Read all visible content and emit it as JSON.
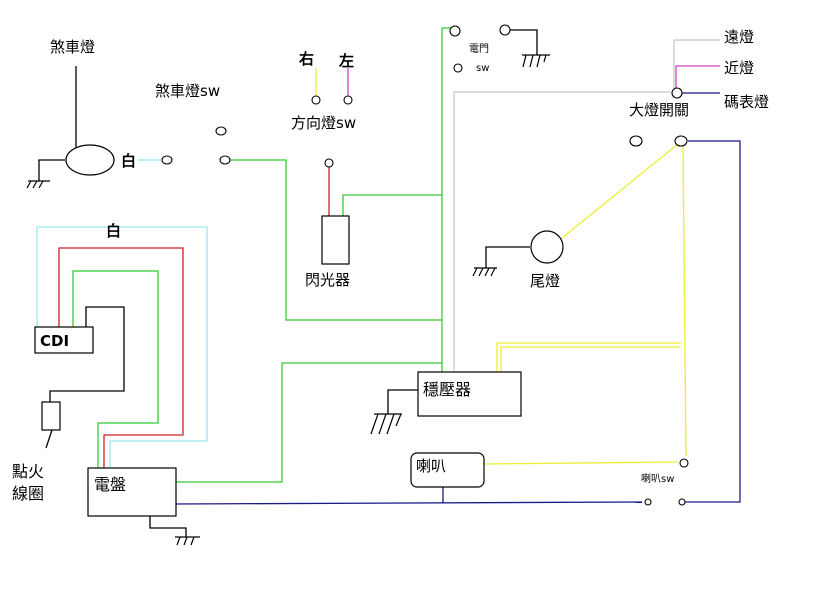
{
  "labels": {
    "brake_light": "煞車燈",
    "brake_light_sw": "煞車燈sw",
    "white_1": "白",
    "white_2": "白",
    "right": "右",
    "left": "左",
    "turn_signal_sw": "方向燈sw",
    "flasher": "閃光器",
    "ignition_sw": "電門",
    "ignition_sw_suffix": "sw",
    "high_beam": "遠燈",
    "low_beam": "近燈",
    "meter_light": "碼表燈",
    "headlight_switch": "大燈開關",
    "tail_light": "尾燈",
    "cdi": "CDI",
    "ignition_coil_1": "點火",
    "ignition_coil_2": "線圈",
    "regulator": "穩壓器",
    "horn": "喇叭",
    "horn_sw": "喇叭sw",
    "stator": "電盤"
  },
  "colors": {
    "wire_green": "#33cc33",
    "wire_red": "#cc2222",
    "wire_cyan": "#99e6ee",
    "wire_yellow": "#eeee33",
    "wire_blue": "#1a1a88",
    "wire_gray": "#c8c8c8",
    "wire_pink": "#cc44cc",
    "wire_black": "#000000"
  }
}
